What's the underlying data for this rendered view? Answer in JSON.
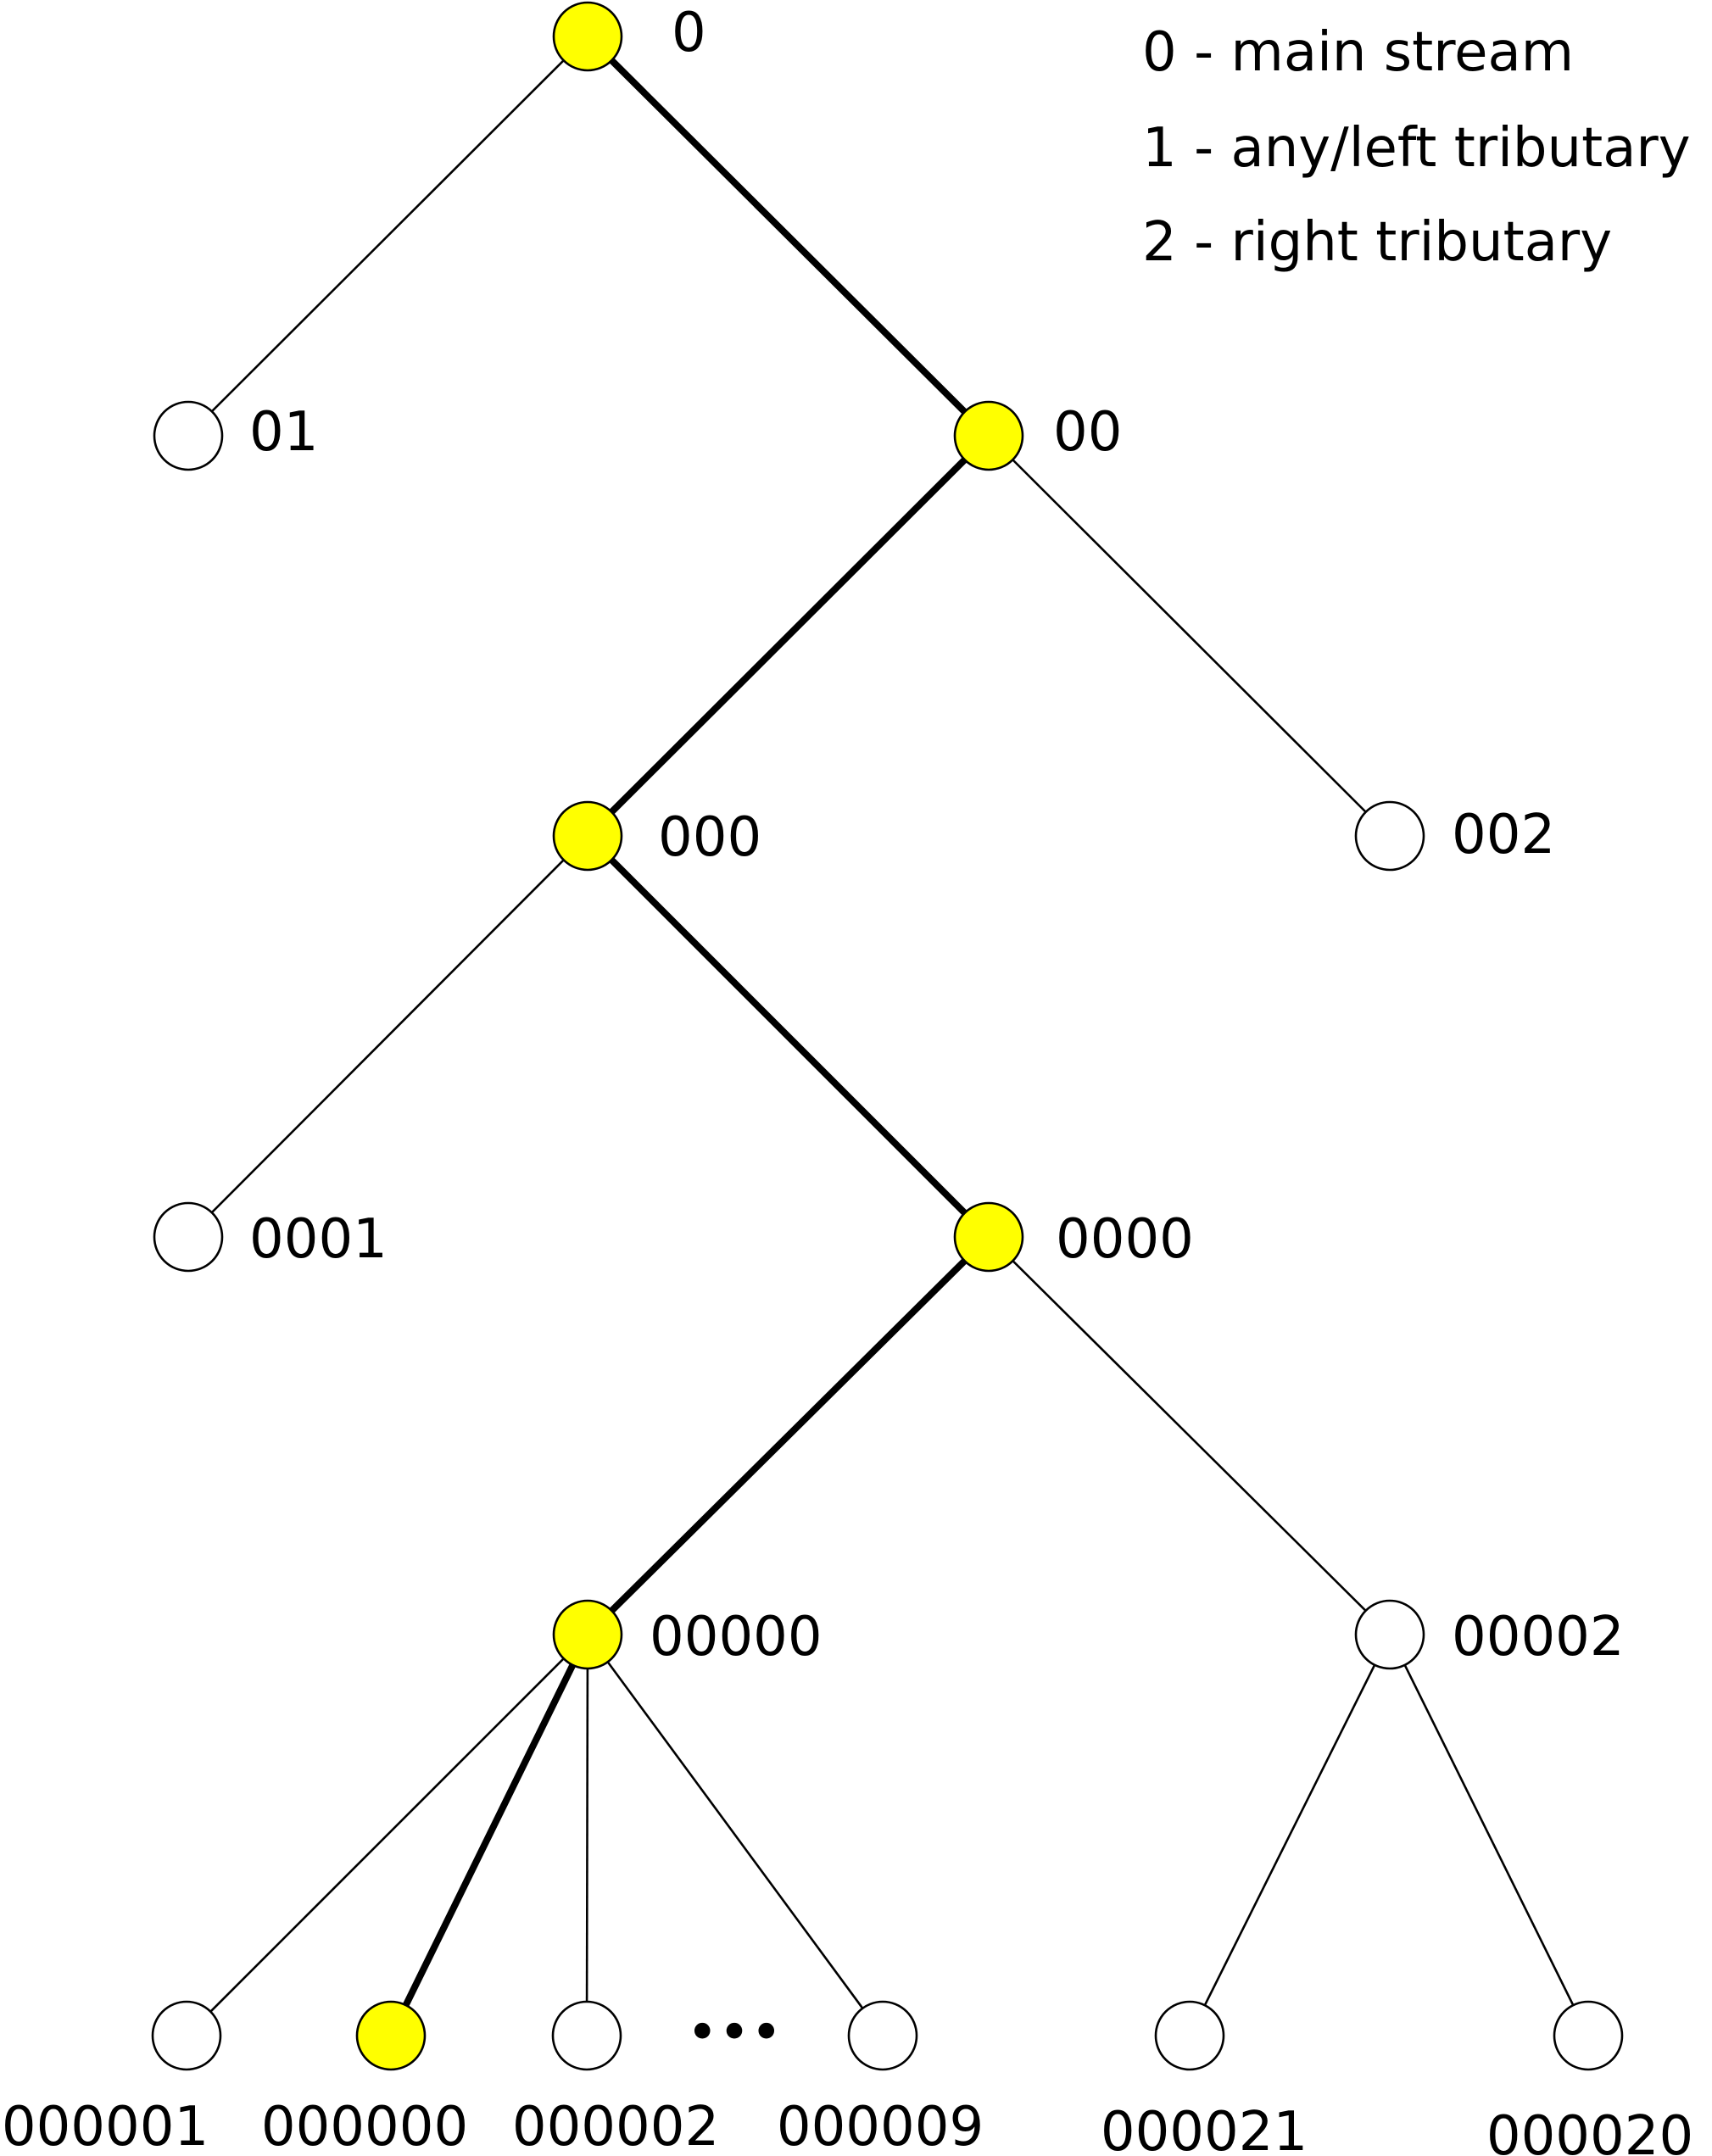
{
  "legend": {
    "main": "0 - main stream",
    "left": "1 - any/left tributary",
    "right": "2 - right tributary"
  },
  "colors": {
    "main_stream_node": "#ffff00",
    "other_node": "#ffffff",
    "edge": "#000000"
  },
  "nodes": {
    "n0": "0",
    "n01": "01",
    "n00": "00",
    "n000": "000",
    "n002": "002",
    "n0001": "0001",
    "n0000": "0000",
    "n00000": "00000",
    "n00002": "00002",
    "n000001": "000001",
    "n000000": "000000",
    "n000002": "000002",
    "n000009": "000009",
    "n000021": "000021",
    "n000020": "000020"
  },
  "ellipsis": "•••",
  "main_stream_path": [
    "0",
    "00",
    "000",
    "0000",
    "00000",
    "000000"
  ]
}
